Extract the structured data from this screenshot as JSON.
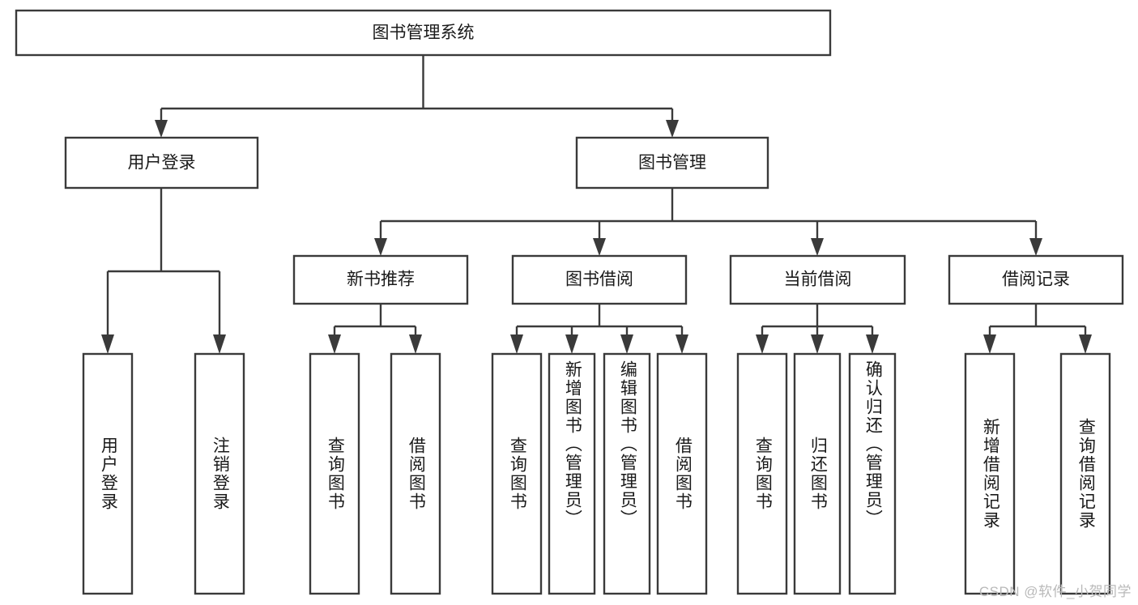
{
  "diagram": {
    "type": "tree-hierarchy-flowchart",
    "title": "图书管理系统",
    "root": {
      "id": "root",
      "label": "图书管理系统",
      "orientation": "horizontal"
    },
    "level2": [
      {
        "id": "user-login",
        "label": "用户登录",
        "orientation": "horizontal"
      },
      {
        "id": "book-manage",
        "label": "图书管理",
        "orientation": "horizontal"
      }
    ],
    "level3": [
      {
        "id": "new-book-rec",
        "label": "新书推荐",
        "parent": "book-manage",
        "orientation": "horizontal"
      },
      {
        "id": "book-borrow",
        "label": "图书借阅",
        "parent": "book-manage",
        "orientation": "horizontal"
      },
      {
        "id": "current-borrow",
        "label": "当前借阅",
        "parent": "book-manage",
        "orientation": "horizontal"
      },
      {
        "id": "borrow-record",
        "label": "借阅记录",
        "parent": "book-manage",
        "orientation": "horizontal"
      }
    ],
    "leaves": [
      {
        "id": "leaf-user-login",
        "label": "用户登录",
        "parent": "user-login",
        "orientation": "vertical"
      },
      {
        "id": "leaf-logout",
        "label": "注销登录",
        "parent": "user-login",
        "orientation": "vertical"
      },
      {
        "id": "leaf-query-book-1",
        "label": "查询图书",
        "parent": "new-book-rec",
        "orientation": "vertical"
      },
      {
        "id": "leaf-borrow-book-1",
        "label": "借阅图书",
        "parent": "new-book-rec",
        "orientation": "vertical"
      },
      {
        "id": "leaf-query-book-2",
        "label": "查询图书",
        "parent": "book-borrow",
        "orientation": "vertical"
      },
      {
        "id": "leaf-add-book",
        "label": "新增图书（管理员）",
        "parent": "book-borrow",
        "orientation": "vertical"
      },
      {
        "id": "leaf-edit-book",
        "label": "编辑图书（管理员）",
        "parent": "book-borrow",
        "orientation": "vertical"
      },
      {
        "id": "leaf-borrow-book-2",
        "label": "借阅图书",
        "parent": "book-borrow",
        "orientation": "vertical"
      },
      {
        "id": "leaf-query-book-3",
        "label": "查询图书",
        "parent": "current-borrow",
        "orientation": "vertical"
      },
      {
        "id": "leaf-return-book",
        "label": "归还图书",
        "parent": "current-borrow",
        "orientation": "vertical"
      },
      {
        "id": "leaf-confirm-return",
        "label": "确认归还（管理员）",
        "parent": "current-borrow",
        "orientation": "vertical"
      },
      {
        "id": "leaf-add-record",
        "label": "新增借阅记录",
        "parent": "borrow-record",
        "orientation": "vertical"
      },
      {
        "id": "leaf-query-record",
        "label": "查询借阅记录",
        "parent": "borrow-record",
        "orientation": "vertical"
      }
    ],
    "colors": {
      "box_fill": "#ffffff",
      "box_stroke": "#3a3a3a",
      "text": "#1a1a1a",
      "background": "#ffffff",
      "watermark": "#b9b9b9"
    }
  },
  "watermark": {
    "text": "CSDN @软件_小贺同学"
  }
}
